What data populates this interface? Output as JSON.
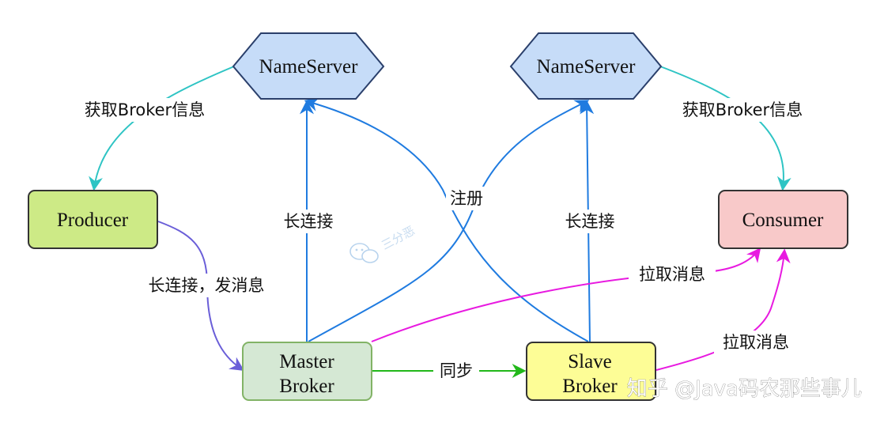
{
  "nodes": {
    "nameserver_left": {
      "label": "NameServer",
      "fill": "#c6dcf8",
      "stroke": "#2a3f6b"
    },
    "nameserver_right": {
      "label": "NameServer",
      "fill": "#c6dcf8",
      "stroke": "#2a3f6b"
    },
    "producer": {
      "label": "Producer",
      "fill": "#cdea86",
      "stroke": "#333333"
    },
    "consumer": {
      "label": "Consumer",
      "fill": "#f8c9c9",
      "stroke": "#333333"
    },
    "master_broker": {
      "line1": "Master",
      "line2": "Broker",
      "fill": "#d5e8d4",
      "stroke": "#82b366"
    },
    "slave_broker": {
      "line1": "Slave",
      "line2": "Broker",
      "fill": "#fdfd96",
      "stroke": "#333333"
    }
  },
  "edges": {
    "producer_get_info": "获取Broker信息",
    "consumer_get_info": "获取Broker信息",
    "master_long_conn": "长连接",
    "slave_long_conn": "长连接",
    "register": "注册",
    "producer_send": "长连接，发消息",
    "sync": "同步",
    "master_pull": "拉取消息",
    "slave_pull": "拉取消息"
  },
  "colors": {
    "teal": "#2ec4c4",
    "blue": "#1f7be0",
    "purple": "#6a5ed8",
    "magenta": "#e81ae0",
    "green": "#22b81a"
  },
  "watermark": {
    "text": "知乎 @Java码农那些事儿",
    "faint_text": "三分恶"
  }
}
